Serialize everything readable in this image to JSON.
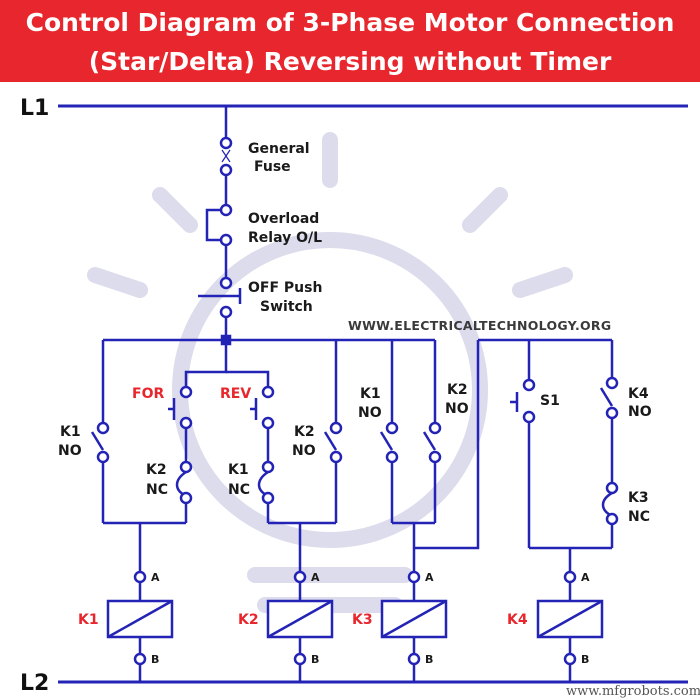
{
  "title": {
    "line1": "Control Diagram of 3-Phase Motor Connection",
    "line2": "(Star/Delta) Reversing without Timer"
  },
  "rails": {
    "top": "L1",
    "bottom": "L2"
  },
  "watermark": "WWW.ELECTRICALTECHNOLOGY.ORG",
  "footer": "www.mfgrobots.com",
  "colors": {
    "wire": "#2323b5",
    "accent": "#e8262d",
    "title_bg": "#e8262d",
    "text": "#1a1a1a"
  },
  "components": {
    "fuse": {
      "line1": "General",
      "line2": "Fuse"
    },
    "overload": {
      "line1": "Overload",
      "line2": "Relay O/L"
    },
    "off_switch": {
      "line1": "OFF Push",
      "line2": "Switch"
    },
    "for_button": "FOR",
    "rev_button": "REV",
    "k1_hold": {
      "name": "K1",
      "type": "NO"
    },
    "k2_interlock": {
      "name": "K2",
      "type": "NC"
    },
    "k1_interlock": {
      "name": "K1",
      "type": "NC"
    },
    "k2_hold": {
      "name": "K2",
      "type": "NO"
    },
    "k1_k3": {
      "name": "K1",
      "type": "NO"
    },
    "k2_k3": {
      "name": "K2",
      "type": "NO"
    },
    "s1": "S1",
    "k4_hold": {
      "name": "K4",
      "type": "NO"
    },
    "k3_interlock": {
      "name": "K3",
      "type": "NC"
    }
  },
  "coils": [
    {
      "name": "K1",
      "a": "A",
      "b": "B"
    },
    {
      "name": "K2",
      "a": "A",
      "b": "B"
    },
    {
      "name": "K3",
      "a": "A",
      "b": "B"
    },
    {
      "name": "K4",
      "a": "A",
      "b": "B"
    }
  ]
}
